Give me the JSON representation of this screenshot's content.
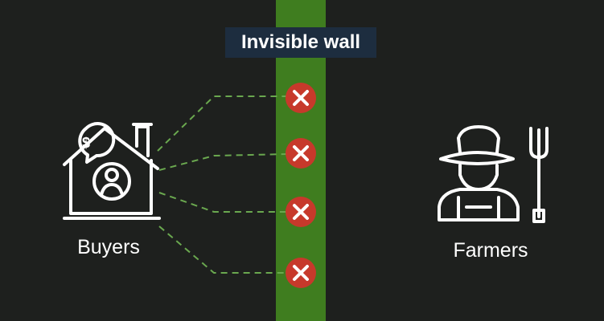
{
  "wall": {
    "label": "Invisible wall",
    "color": "#3f7d1f"
  },
  "buyers": {
    "label": "Buyers",
    "icon": "house-with-person-and-dollar-icon"
  },
  "farmers": {
    "label": "Farmers",
    "icon": "farmer-with-pitchfork-icon"
  },
  "connections": {
    "count": 4,
    "status_icon": "red-x-circle-icon",
    "line_color": "#6aa84f",
    "x_color": "#c7392b"
  }
}
